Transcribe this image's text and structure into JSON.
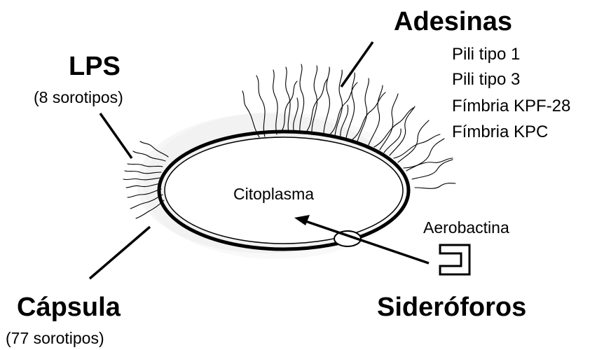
{
  "labels": {
    "adhesins": "Adesinas",
    "adhesin_types": [
      "Pili tipo 1",
      "Pili tipo 3",
      "Fímbria KPF-28",
      "Fímbria KPC"
    ],
    "lps": "LPS",
    "lps_sub": "(8 sorotipos)",
    "capsule": "Cápsula",
    "capsule_sub": "(77 sorotipos)",
    "cytoplasm": "Citoplasma",
    "aerobactin": "Aerobactina",
    "siderophores": "Sideróforos"
  },
  "colors": {
    "ink": "#000000",
    "capsule_haze": "#c8c8c8",
    "background": "#ffffff"
  },
  "icons": {
    "siderophore_receptor": "bracket-shape",
    "porin": "small-ellipse"
  }
}
